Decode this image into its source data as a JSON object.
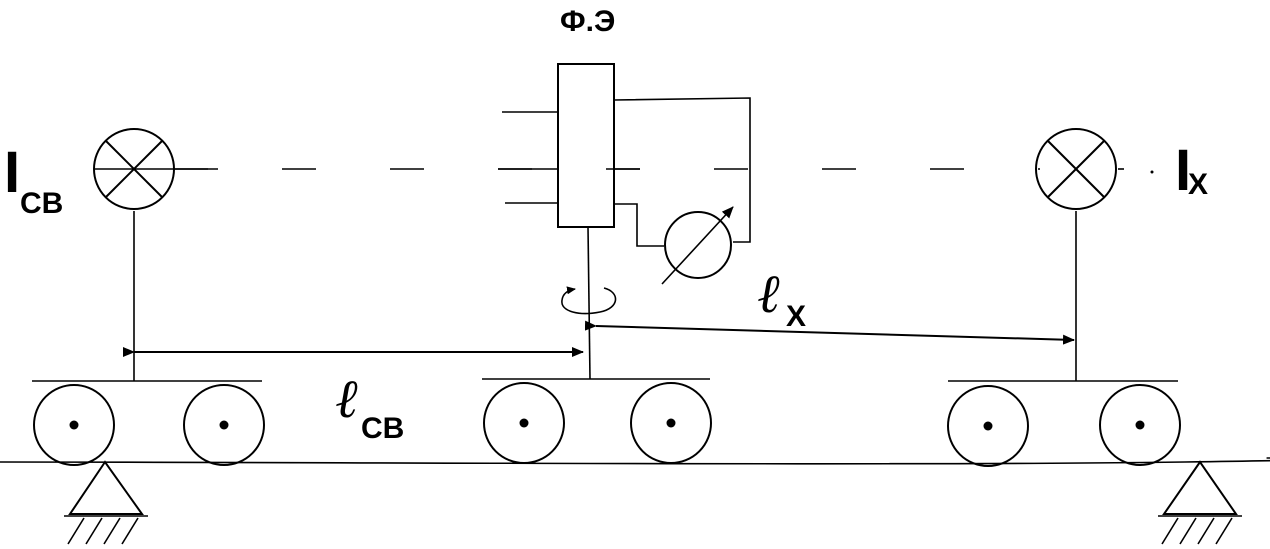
{
  "diagram": {
    "labels": {
      "photo_element": "Ф.Э",
      "source_std_main": "I",
      "source_std_sub": "СВ",
      "source_test_main": "I",
      "source_test_sub": "X",
      "dist_std_main": "ℓ",
      "dist_std_sub": "СВ",
      "dist_test_main": "ℓ",
      "dist_test_sub": "Х"
    },
    "color": "#000000"
  }
}
